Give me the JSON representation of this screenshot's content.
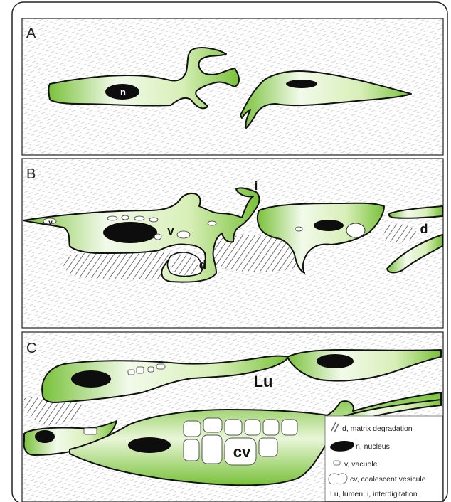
{
  "panels": [
    {
      "letter": "A"
    },
    {
      "letter": "B"
    },
    {
      "letter": "C"
    }
  ],
  "labels": {
    "nucleus_a": "n",
    "vacuole_left": "v",
    "vacuole_b": "v",
    "interdigitation": "i",
    "degradation_b1": "d",
    "degradation_b2": "d",
    "lumen": "Lu",
    "coalescent": "cv"
  },
  "legend": [
    {
      "symbol": "matrix-degradation-icon",
      "text": "d, matrix degradation"
    },
    {
      "symbol": "nucleus-icon",
      "text": "n, nucleus"
    },
    {
      "symbol": "vacuole-icon",
      "text": "v, vacuole"
    },
    {
      "symbol": "coalescent-vesicle-icon",
      "text": "cv, coalescent vesicule"
    },
    {
      "symbol": "",
      "text": "Lu, lumen; i, interdigitation"
    }
  ],
  "colors": {
    "cell_green": "#79c13a",
    "cell_light": "#f4fbe8",
    "nucleus": "#0d0d0d",
    "frame": "#222222",
    "matrix_hatch": "#b9b9b9",
    "degradation_hatch": "#555555"
  }
}
